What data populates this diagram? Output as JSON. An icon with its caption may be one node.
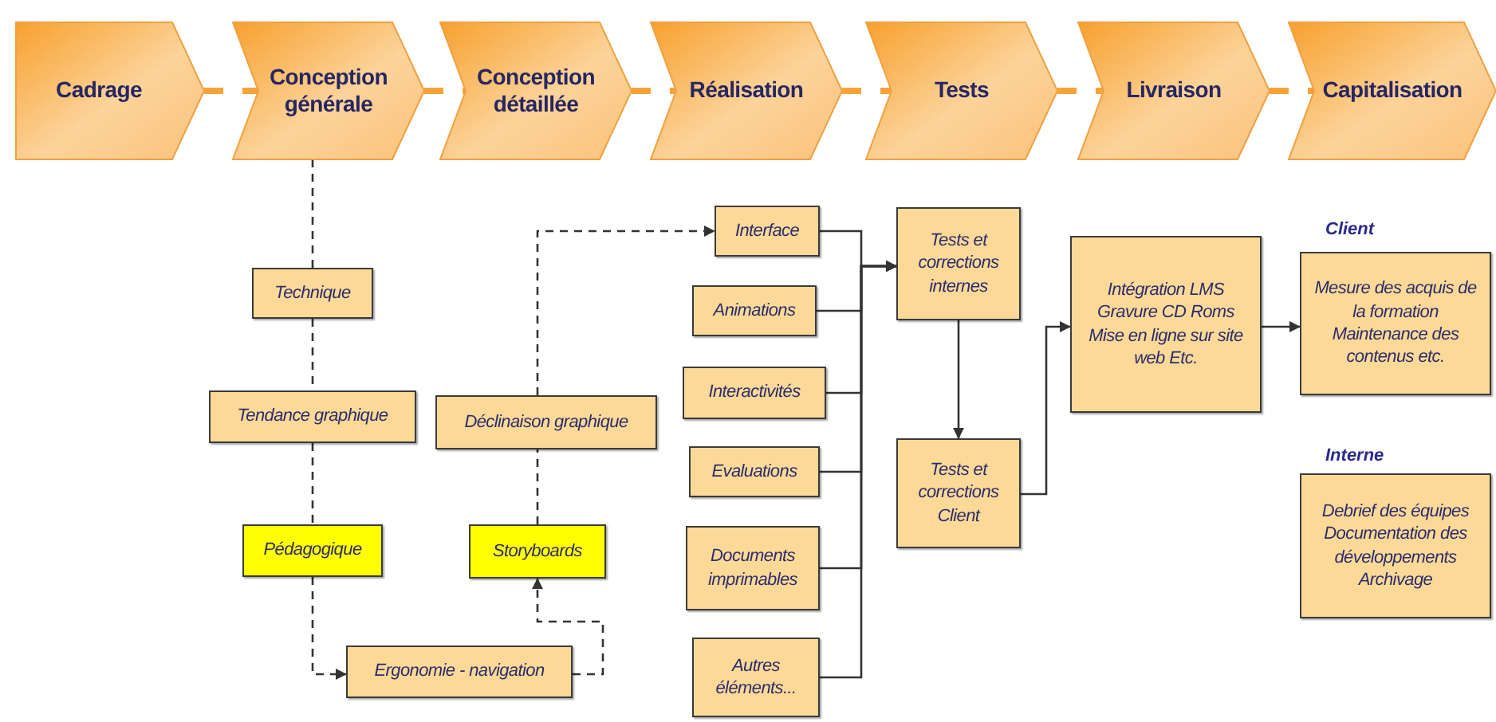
{
  "diagram": {
    "nodes": [
      {
        "text": [
          "Cadrage"
        ]
      },
      {
        "text": [
          "Conception générale"
        ]
      },
      {
        "text": [
          "Conception détaillée"
        ]
      },
      {
        "text": [
          "Réalisation"
        ]
      },
      {
        "text": [
          "Tests"
        ]
      },
      {
        "text": [
          "Livraison"
        ]
      },
      {
        "text": [
          "Capitalisation"
        ]
      },
      {
        "text": [
          "Technique"
        ]
      },
      {
        "text": [
          "Tendance graphique"
        ]
      },
      {
        "text": [
          "Pédagogique"
        ]
      },
      {
        "text": [
          "Ergonomie - navigation"
        ]
      },
      {
        "text": [
          "Déclinaison graphique"
        ]
      },
      {
        "text": [
          "Storyboards"
        ]
      },
      {
        "text": [
          "Interface"
        ]
      },
      {
        "text": [
          "Animations"
        ]
      },
      {
        "text": [
          "Interactivités"
        ]
      },
      {
        "text": [
          "Evaluations"
        ]
      },
      {
        "text": [
          "Documents imprimables"
        ]
      },
      {
        "text": [
          "Autres éléments..."
        ]
      },
      {
        "text": [
          "Tests et corrections internes"
        ]
      },
      {
        "text": [
          "Tests et corrections Client"
        ]
      },
      {
        "text": [
          "Intégration LMS Gravure CD Roms Mise en ligne sur site web Etc."
        ]
      },
      {
        "text": [
          "Client",
          "Mesure des acquis de la formation Maintenance des contenus etc."
        ]
      },
      {
        "text": [
          "Interne",
          "Debrief des équipes Documentation des développements Archivage"
        ]
      }
    ],
    "edges": [
      {
        "from": 0,
        "to": 1,
        "arrow": "none",
        "style": "dashed",
        "color": "#f7a33a"
      },
      {
        "from": 1,
        "to": 2,
        "arrow": "none",
        "style": "dashed",
        "color": "#f7a33a"
      },
      {
        "from": 2,
        "to": 3,
        "arrow": "none",
        "style": "dashed",
        "color": "#f7a33a"
      },
      {
        "from": 3,
        "to": 4,
        "arrow": "none",
        "style": "dashed",
        "color": "#f7a33a"
      },
      {
        "from": 4,
        "to": 5,
        "arrow": "none",
        "style": "dashed",
        "color": "#f7a33a"
      },
      {
        "from": 5,
        "to": 6,
        "arrow": "none",
        "style": "dashed",
        "color": "#f7a33a"
      },
      {
        "from": 1,
        "to": 7,
        "arrow": "none",
        "style": "dashed"
      },
      {
        "from": 7,
        "to": 8,
        "arrow": "none",
        "style": "dashed"
      },
      {
        "from": 8,
        "to": 9,
        "arrow": "none",
        "style": "dashed"
      },
      {
        "from": 9,
        "to": 10,
        "arrow": "to",
        "style": "dashed"
      },
      {
        "from": 10,
        "to": 12,
        "arrow": "to",
        "style": "dashed"
      },
      {
        "from": 12,
        "to": 11,
        "arrow": "none",
        "style": "dashed"
      },
      {
        "from": 11,
        "to": 13,
        "arrow": "to",
        "style": "dashed"
      },
      {
        "from": 13,
        "to": 19,
        "arrow": "to"
      },
      {
        "from": 14,
        "to": 19,
        "arrow": "to"
      },
      {
        "from": 15,
        "to": 19,
        "arrow": "to"
      },
      {
        "from": 16,
        "to": 19,
        "arrow": "to"
      },
      {
        "from": 17,
        "to": 19,
        "arrow": "to"
      },
      {
        "from": 18,
        "to": 19,
        "arrow": "to"
      },
      {
        "from": 19,
        "to": 20,
        "arrow": "to"
      },
      {
        "from": 20,
        "to": 21,
        "arrow": "to"
      },
      {
        "from": 21,
        "to": 22,
        "arrow": "to"
      }
    ]
  }
}
